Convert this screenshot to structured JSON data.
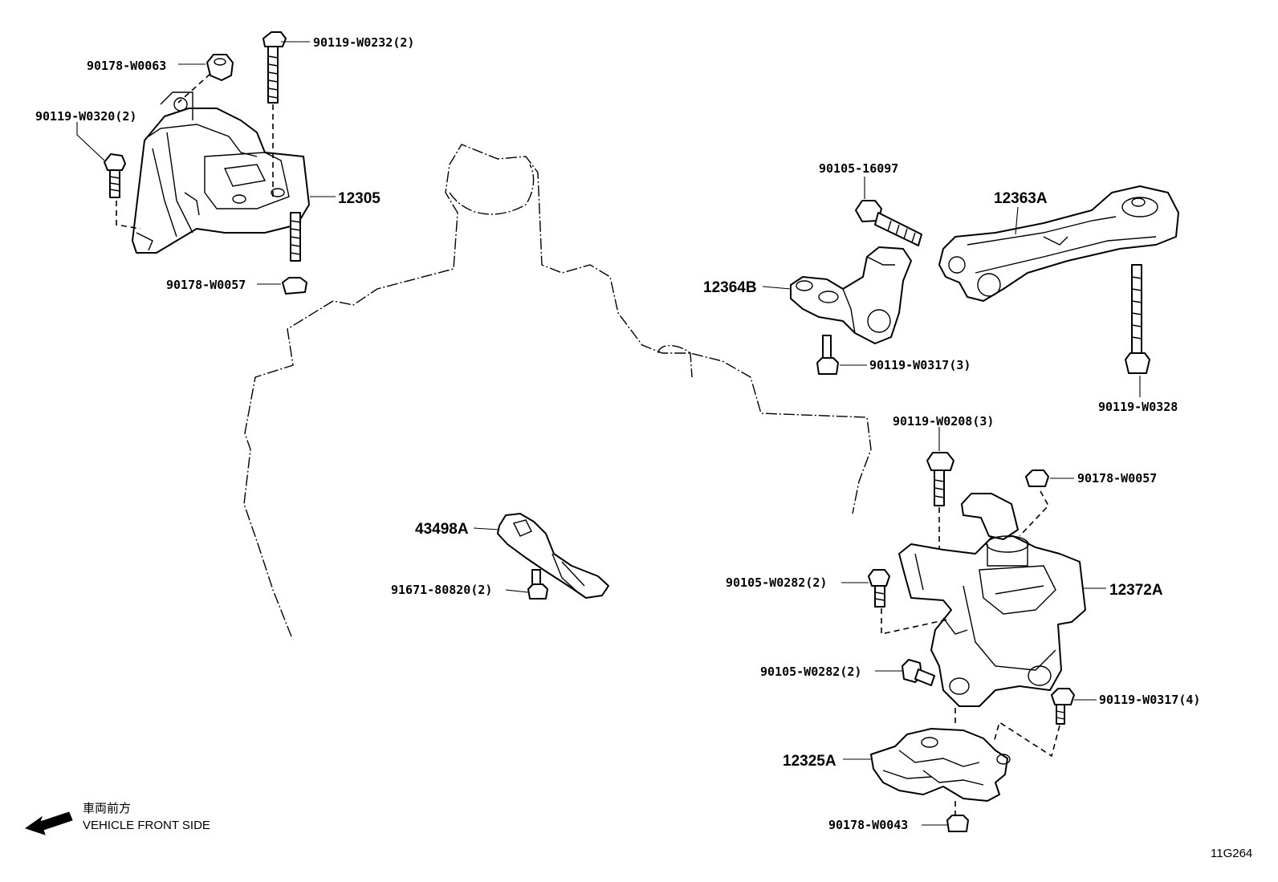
{
  "diagram": {
    "part_labels": {
      "p_90119_W0232": "90119-W0232(2)",
      "p_90178_W0063": "90178-W0063",
      "p_90119_W0320": "90119-W0320(2)",
      "p_12305": "12305",
      "p_90178_W0057_left": "90178-W0057",
      "p_90105_16097": "90105-16097",
      "p_12363A": "12363A",
      "p_12364B": "12364B",
      "p_90119_W0317_3": "90119-W0317(3)",
      "p_90119_W0328": "90119-W0328",
      "p_90119_W0208": "90119-W0208(3)",
      "p_90178_W0057_right": "90178-W0057",
      "p_43498A": "43498A",
      "p_91671_80820": "91671-80820(2)",
      "p_12372A": "12372A",
      "p_90105_W0282_a": "90105-W0282(2)",
      "p_90105_W0282_b": "90105-W0282(2)",
      "p_90119_W0317_4": "90119-W0317(4)",
      "p_12325A": "12325A",
      "p_90178_W0043": "90178-W0043"
    },
    "direction_note_jp": "車両前方",
    "direction_note_en": "VEHICLE FRONT SIDE",
    "figure_code": "11G264"
  }
}
